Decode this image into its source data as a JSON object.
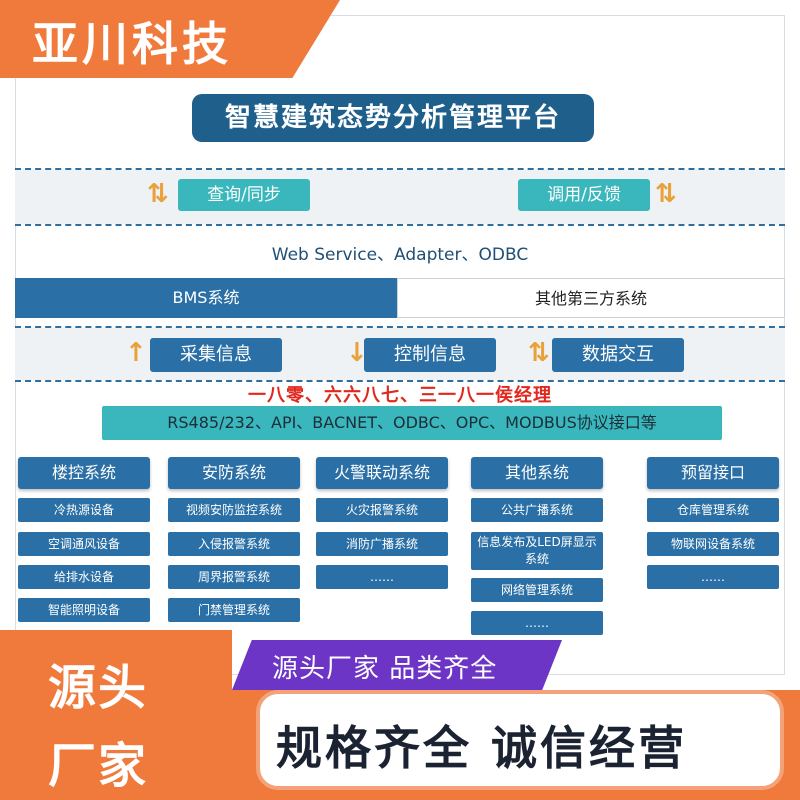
{
  "brand": "亚川科技",
  "title": "智慧建筑态势分析管理平台",
  "top_actions": {
    "left": "查询/同步",
    "right": "调用/反馈"
  },
  "middleware": "Web Service、Adapter、ODBC",
  "systems": {
    "bms": "BMS系统",
    "third_party": "其他第三方系统"
  },
  "mid_actions": [
    "采集信息",
    "控制信息",
    "数据交互"
  ],
  "watermark": "一八零、六六八七、三一八一侯经理",
  "protocols": "RS485/232、API、BACNET、ODBC、OPC、MODBUS协议接口等",
  "columns": [
    {
      "header": "楼控系统",
      "items": [
        "冷热源设备",
        "空调通风设备",
        "给排水设备",
        "智能照明设备"
      ]
    },
    {
      "header": "安防系统",
      "items": [
        "视频安防监控系统",
        "入侵报警系统",
        "周界报警系统",
        "门禁管理系统"
      ]
    },
    {
      "header": "火警联动系统",
      "items": [
        "火灾报警系统",
        "消防广播系统",
        "……"
      ]
    },
    {
      "header": "其他系统",
      "items": [
        "公共广播系统",
        "信息发布及LED屏显示系统",
        "网络管理系统",
        "……"
      ]
    },
    {
      "header": "预留接口",
      "items": [
        "仓库管理系统",
        "物联网设备系统",
        "……"
      ]
    }
  ],
  "banner": {
    "left_line1": "源头",
    "left_line2": "厂家",
    "purple": "源头厂家  品类齐全",
    "main": "规格齐全  诚信经营"
  },
  "colors": {
    "orange": "#f07a3c",
    "navy": "#1f5f8b",
    "blue": "#2a6fa5",
    "teal": "#3ab7bc",
    "purple": "#6d35c6",
    "arrow": "#e9a23b"
  }
}
